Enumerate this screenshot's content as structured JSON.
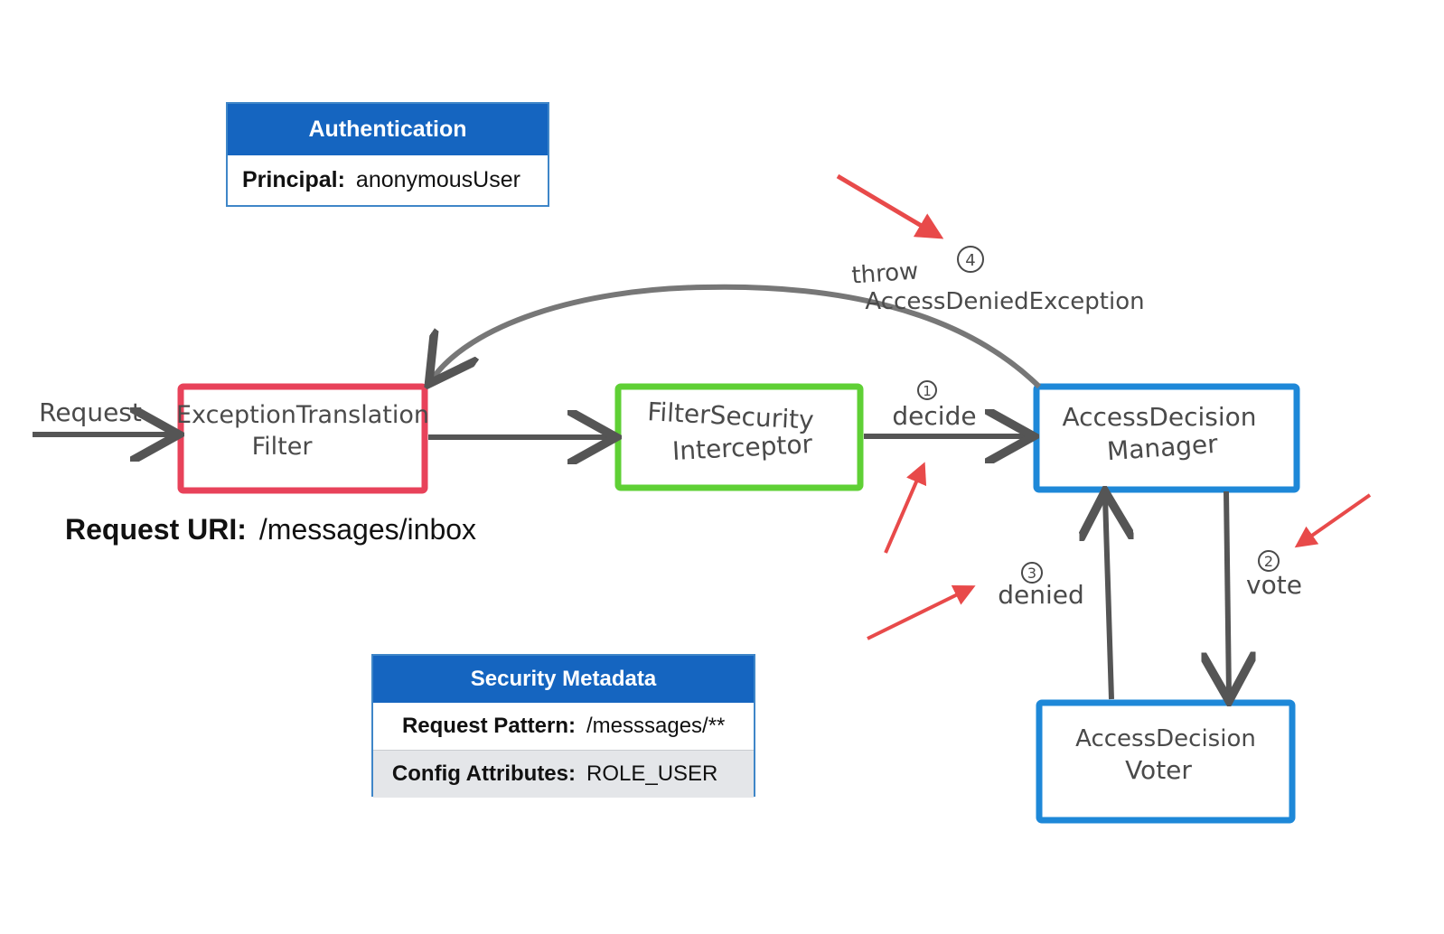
{
  "authentication": {
    "title": "Authentication",
    "principal_label": "Principal:",
    "principal_value": "anonymousUser"
  },
  "request_uri": {
    "label": "Request URI:",
    "value": "/messages/inbox"
  },
  "security_metadata": {
    "title": "Security Metadata",
    "rows": [
      {
        "label": "Request Pattern:",
        "value": "/messsages/**"
      },
      {
        "label": "Config Attributes:",
        "value": "ROLE_USER"
      }
    ]
  },
  "diagram": {
    "request_label": "Request",
    "nodes": {
      "exception_translation_filter": {
        "line1": "ExceptionTranslation",
        "line2": "Filter",
        "color": "#e8425a"
      },
      "filter_security_interceptor": {
        "line1": "FilterSecurity",
        "line2": "Interceptor",
        "color": "#5fd035"
      },
      "access_decision_manager": {
        "line1": "AccessDecision",
        "line2": "Manager",
        "color": "#1e88d8"
      },
      "access_decision_voter": {
        "line1": "AccessDecision",
        "line2": "Voter",
        "color": "#1e88d8"
      }
    },
    "steps": {
      "decide": {
        "number": "1",
        "label": "decide"
      },
      "vote": {
        "number": "2",
        "label": "vote"
      },
      "denied": {
        "number": "3",
        "label": "denied"
      },
      "throw": {
        "number": "4",
        "label_line1": "throw",
        "label_line2": "AccessDeniedException"
      }
    },
    "colors": {
      "arrow": "#555555",
      "highlight_arrow": "#e84a4a"
    }
  }
}
